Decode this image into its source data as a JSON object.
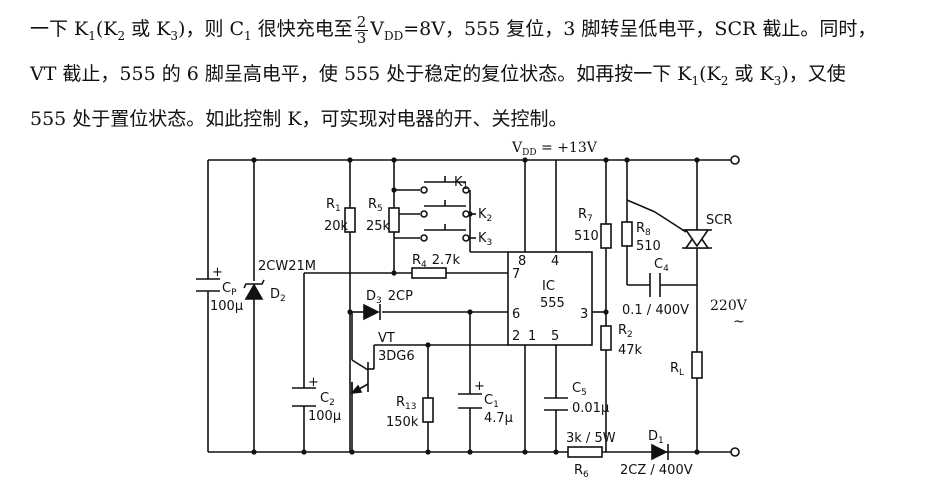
{
  "paragraph": {
    "l1_a": "一下 K",
    "l1_k1sub": "1",
    "l1_b": "(K",
    "l1_k2sub": "2",
    "l1_c": " 或 K",
    "l1_k3sub": "3",
    "l1_d": ")，则 C",
    "l1_c1sub": "1",
    "l1_e": " 很快充电至",
    "frac_num": "2",
    "frac_den": "3",
    "l1_f": "V",
    "l1_vddsub": "DD",
    "l1_g": "=8V，555 复位，3 脚转呈低电平，SCR 截止。同时，",
    "l2": "VT 截止，555 的 6 脚呈高电平，使 555 处于稳定的复位状态。如再按一下 K",
    "l2_k1sub": "1",
    "l2_b": "(K",
    "l2_k2sub": "2",
    "l2_c": " 或 K",
    "l2_k3sub": "3",
    "l2_d": ")，又使",
    "l3": "555 处于置位状态。如此控制 K，可实现对电器的开、关控制。"
  },
  "circuit": {
    "vdd": "V",
    "vdd_sub": "DD",
    "vdd_val": " = +13V",
    "cp": "C",
    "cp_sub": "P",
    "cp_val": "100μ",
    "zener": "2CW21M",
    "d2": "D",
    "d2_sub": "2",
    "r1": "R",
    "r1_sub": "1",
    "r1_val": "20k",
    "r5": "R",
    "r5_sub": "5",
    "r5_val": "25k",
    "k1": "K",
    "k1_sub": "1",
    "k2": "K",
    "k2_sub": "2",
    "k3": "K",
    "k3_sub": "3",
    "r4": "R",
    "r4_sub": "4",
    "r4_val": "2.7k",
    "d3": "D",
    "d3_sub": "3",
    "d3_val": "2CP",
    "vt": "VT",
    "vt_val": "3DG6",
    "c2": "C",
    "c2_sub": "2",
    "c2_val": "100μ",
    "r13": "R",
    "r13_sub": "13",
    "r13_val": "150k",
    "c1": "C",
    "c1_sub": "1",
    "c1_val": "4.7μ",
    "ic": "IC",
    "ic_val": "555",
    "pin8": "8",
    "pin4": "4",
    "pin7": "7",
    "pin6": "6",
    "pin3": "3",
    "pin2": "2",
    "pin1": "1",
    "pin5": "5",
    "c5": "C",
    "c5_sub": "5",
    "c5_val": "0.01μ",
    "r7": "R",
    "r7_sub": "7",
    "r7_val": "510",
    "r8": "R",
    "r8_sub": "8",
    "r8_val": "510",
    "scr": "SCR",
    "c4": "C",
    "c4_sub": "4",
    "c4_val": "0.1 / 400V",
    "r2": "R",
    "r2_sub": "2",
    "r2_val": "47k",
    "ac": "220V",
    "ac_sym": "~",
    "rl": "R",
    "rl_sub": "L",
    "r6_spec": "3k / 5W",
    "r6": "R",
    "r6_sub": "6",
    "d1": "D",
    "d1_sub": "1",
    "d1_val": "2CZ / 400V"
  }
}
